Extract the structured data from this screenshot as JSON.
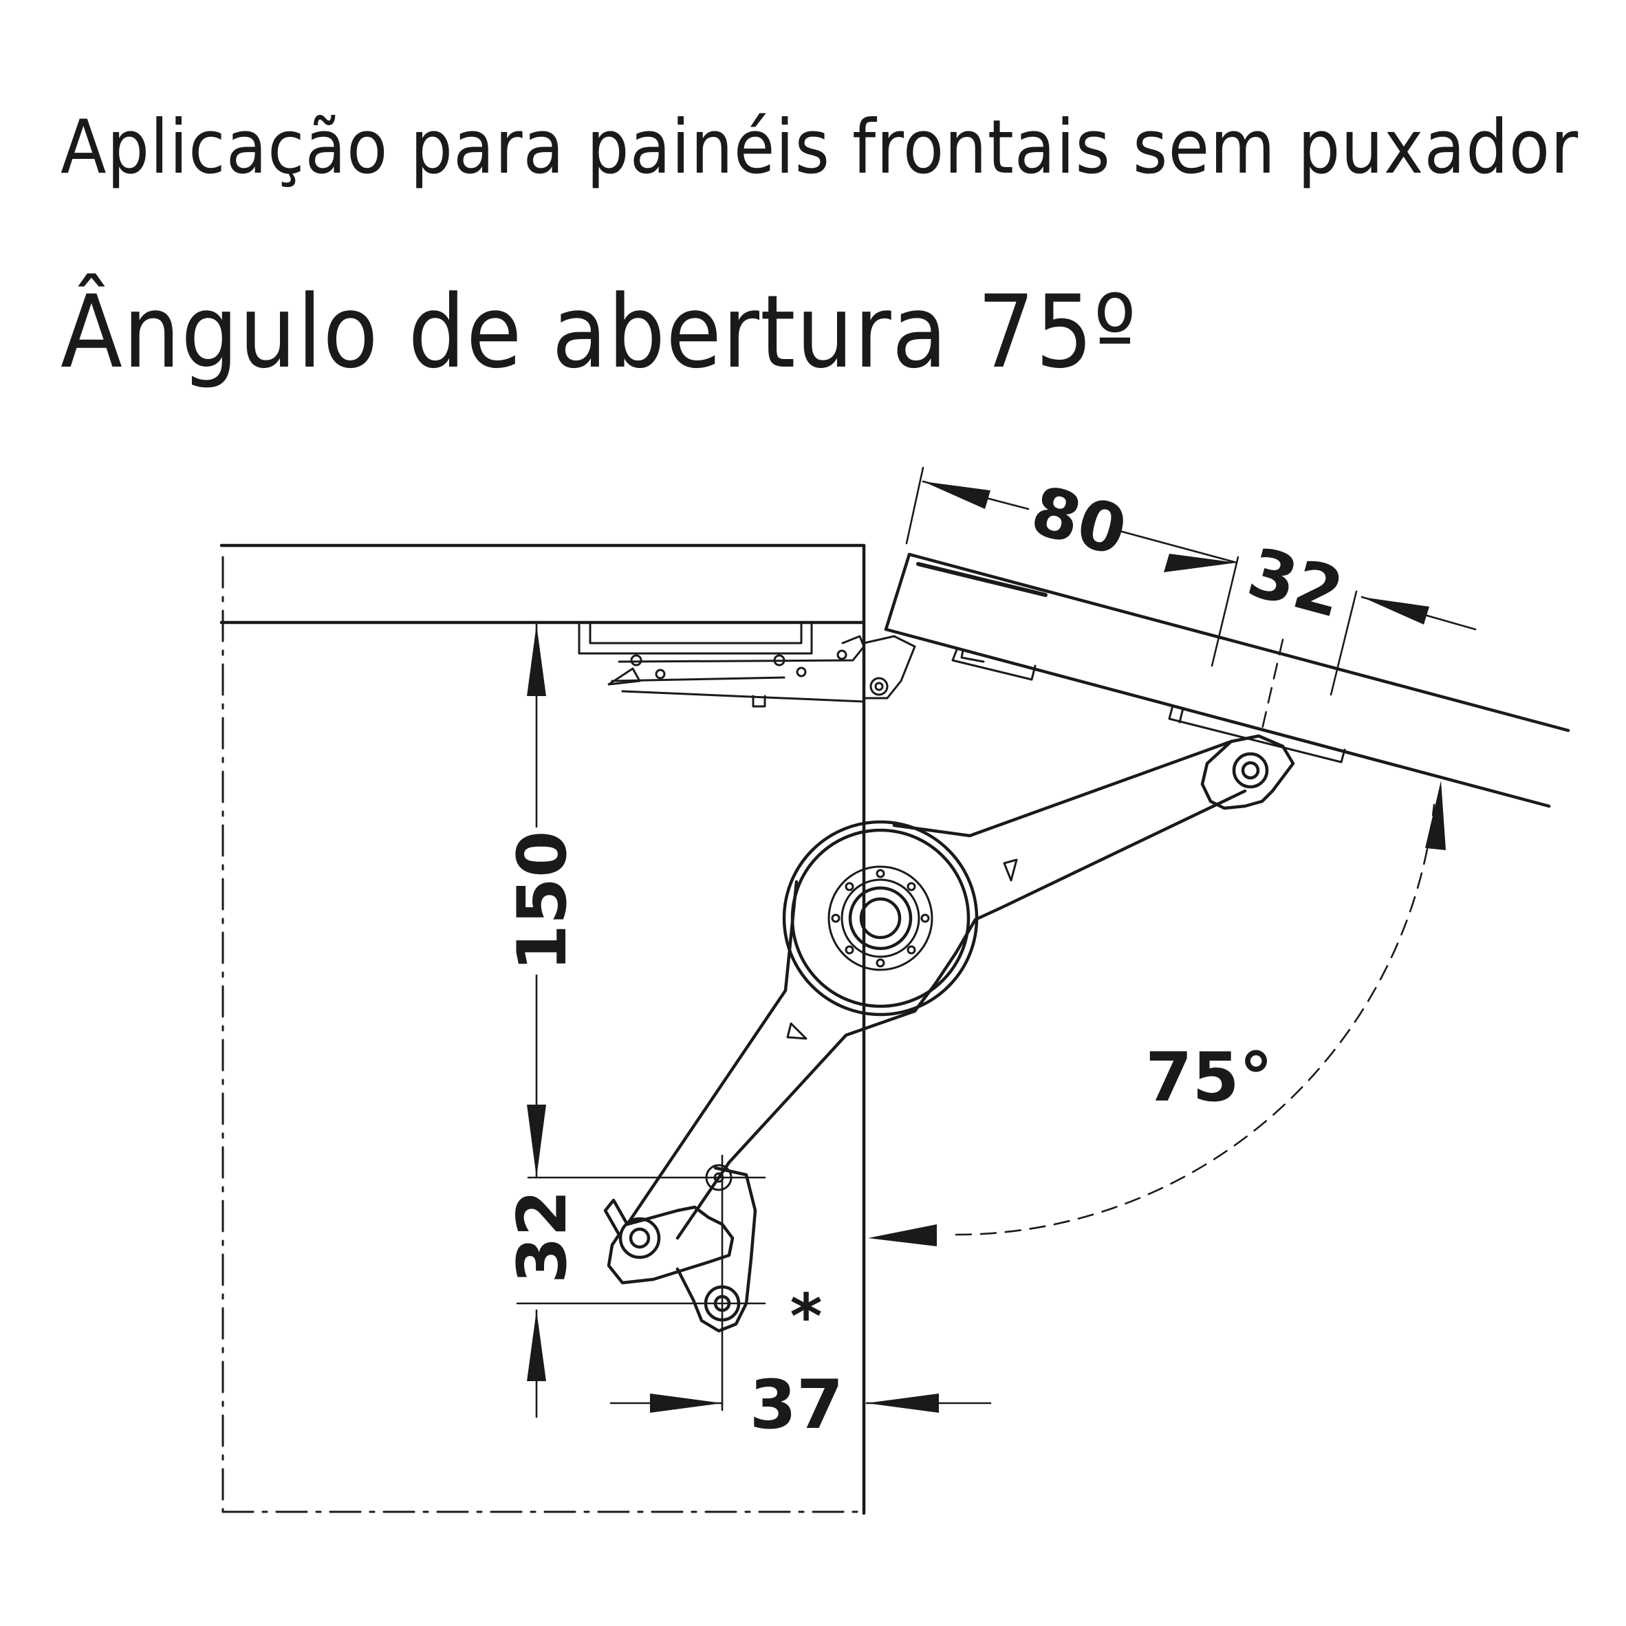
{
  "title": "Aplicação para painéis frontais sem puxador",
  "subtitle": "Ângulo de abertura 75º",
  "dimensions": {
    "flap_offset": "80",
    "flap_hole_spacing": "32",
    "vertical_offset": "150",
    "mount_hole_spacing": "32",
    "horizontal_offset": "37",
    "opening_angle": "75°",
    "note_marker": "*"
  }
}
